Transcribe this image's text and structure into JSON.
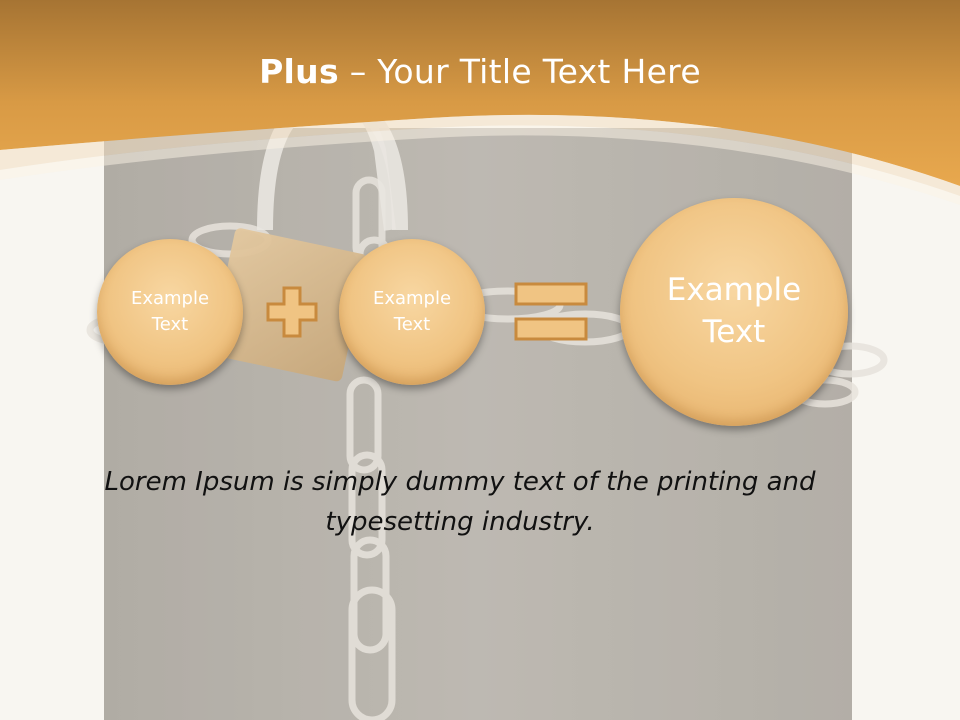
{
  "slide": {
    "title_bold": "Plus",
    "title_rest": " – Your Title Text Here",
    "circle_left": "Example\nText",
    "circle_middle": "Example\nText",
    "circle_result": "Example\nText",
    "plus_symbol": "plus-icon",
    "equals_symbol": "equals-icon",
    "body_text": "Lorem Ipsum is simply dummy text of the printing and typesetting industry.",
    "colors": {
      "header": "#e3a24a",
      "accent": "#c88a3e",
      "circle": "#f0c483"
    }
  }
}
